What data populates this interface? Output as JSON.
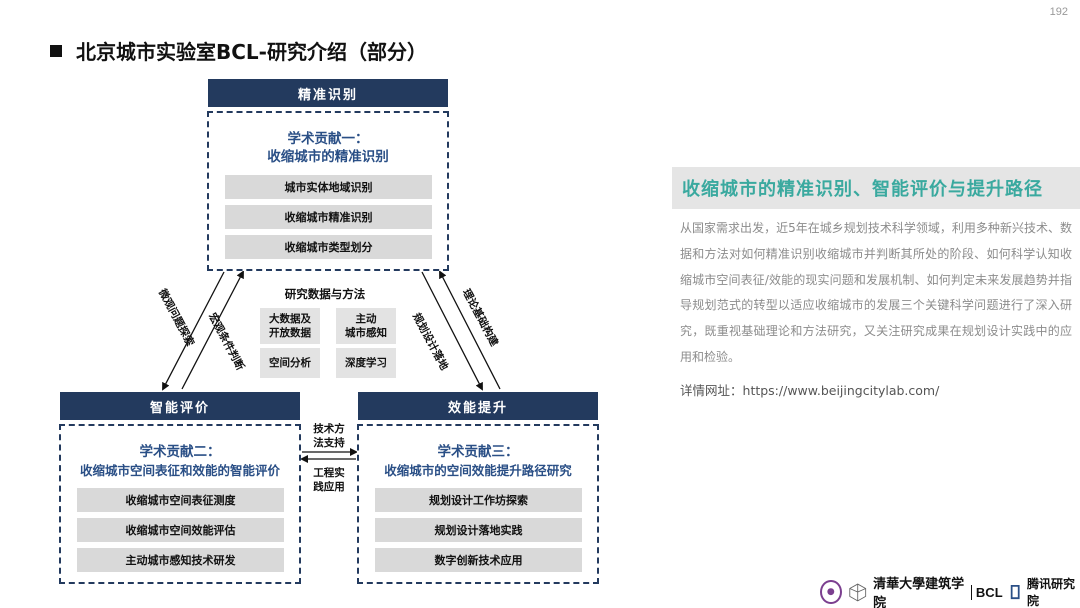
{
  "page_number": "192",
  "title": "北京城市实验室BCL-研究介绍（部分）",
  "diagram": {
    "top": {
      "header": "精准识别",
      "contribution_line1": "学术贡献一：",
      "contribution_line2": "收缩城市的精准识别",
      "items": [
        "城市实体地域识别",
        "收缩城市精准识别",
        "收缩城市类型划分"
      ]
    },
    "left": {
      "header": "智能评价",
      "contribution_line1": "学术贡献二：",
      "contribution_line2": "收缩城市空间表征和效能的智能评价",
      "items": [
        "收缩城市空间表征测度",
        "收缩城市空间效能评估",
        "主动城市感知技术研发"
      ]
    },
    "right": {
      "header": "效能提升",
      "contribution_line1": "学术贡献三：",
      "contribution_line2": "收缩城市的空间效能提升路径研究",
      "items": [
        "规划设计工作坊探索",
        "规划设计落地实践",
        "数字创新技术应用"
      ]
    },
    "methods": {
      "title": "研究数据与方法",
      "items": [
        {
          "line1": "大数据及",
          "line2": "开放数据"
        },
        {
          "line1": "主动",
          "line2": "城市感知"
        },
        {
          "line1": "空间分析",
          "line2": ""
        },
        {
          "line1": "深度学习",
          "line2": ""
        }
      ]
    },
    "arrow_labels": {
      "left_outer": "微观问题探索",
      "left_inner": "宏观条件判断",
      "right_inner": "规划设计落地",
      "right_outer": "理论基础构建",
      "mid_top_line1": "技术方",
      "mid_top_line2": "法支持",
      "mid_bottom_line1": "工程实",
      "mid_bottom_line2": "践应用"
    }
  },
  "side_panel": {
    "heading": "收缩城市的精准识别、智能评价与提升路径",
    "paragraph": "从国家需求出发，近5年在城乡规划技术科学领域，利用多种新兴技术、数据和方法对如何精准识别收缩城市并判断其所处的阶段、如何科学认知收缩城市空间表征/效能的现实问题和发展机制、如何判定未来发展趋势并指导规划范式的转型以适应收缩城市的发展三个关键科学问题进行了深入研究，既重视基础理论和方法研究，又关注研究成果在规划设计实践中的应用和检验。",
    "link_label": "详情网址：",
    "link_url": "https://www.beijingcitylab.com/"
  },
  "footer_logos": {
    "tsinghua": "清華大學建筑学院",
    "bcl": "BCL",
    "tencent": "腾讯研究院"
  },
  "colors": {
    "header_navy": "#233a5e",
    "contribution_blue": "#2a4f86",
    "accent_teal": "#3aa99f",
    "item_gray": "#d9d9d9"
  }
}
